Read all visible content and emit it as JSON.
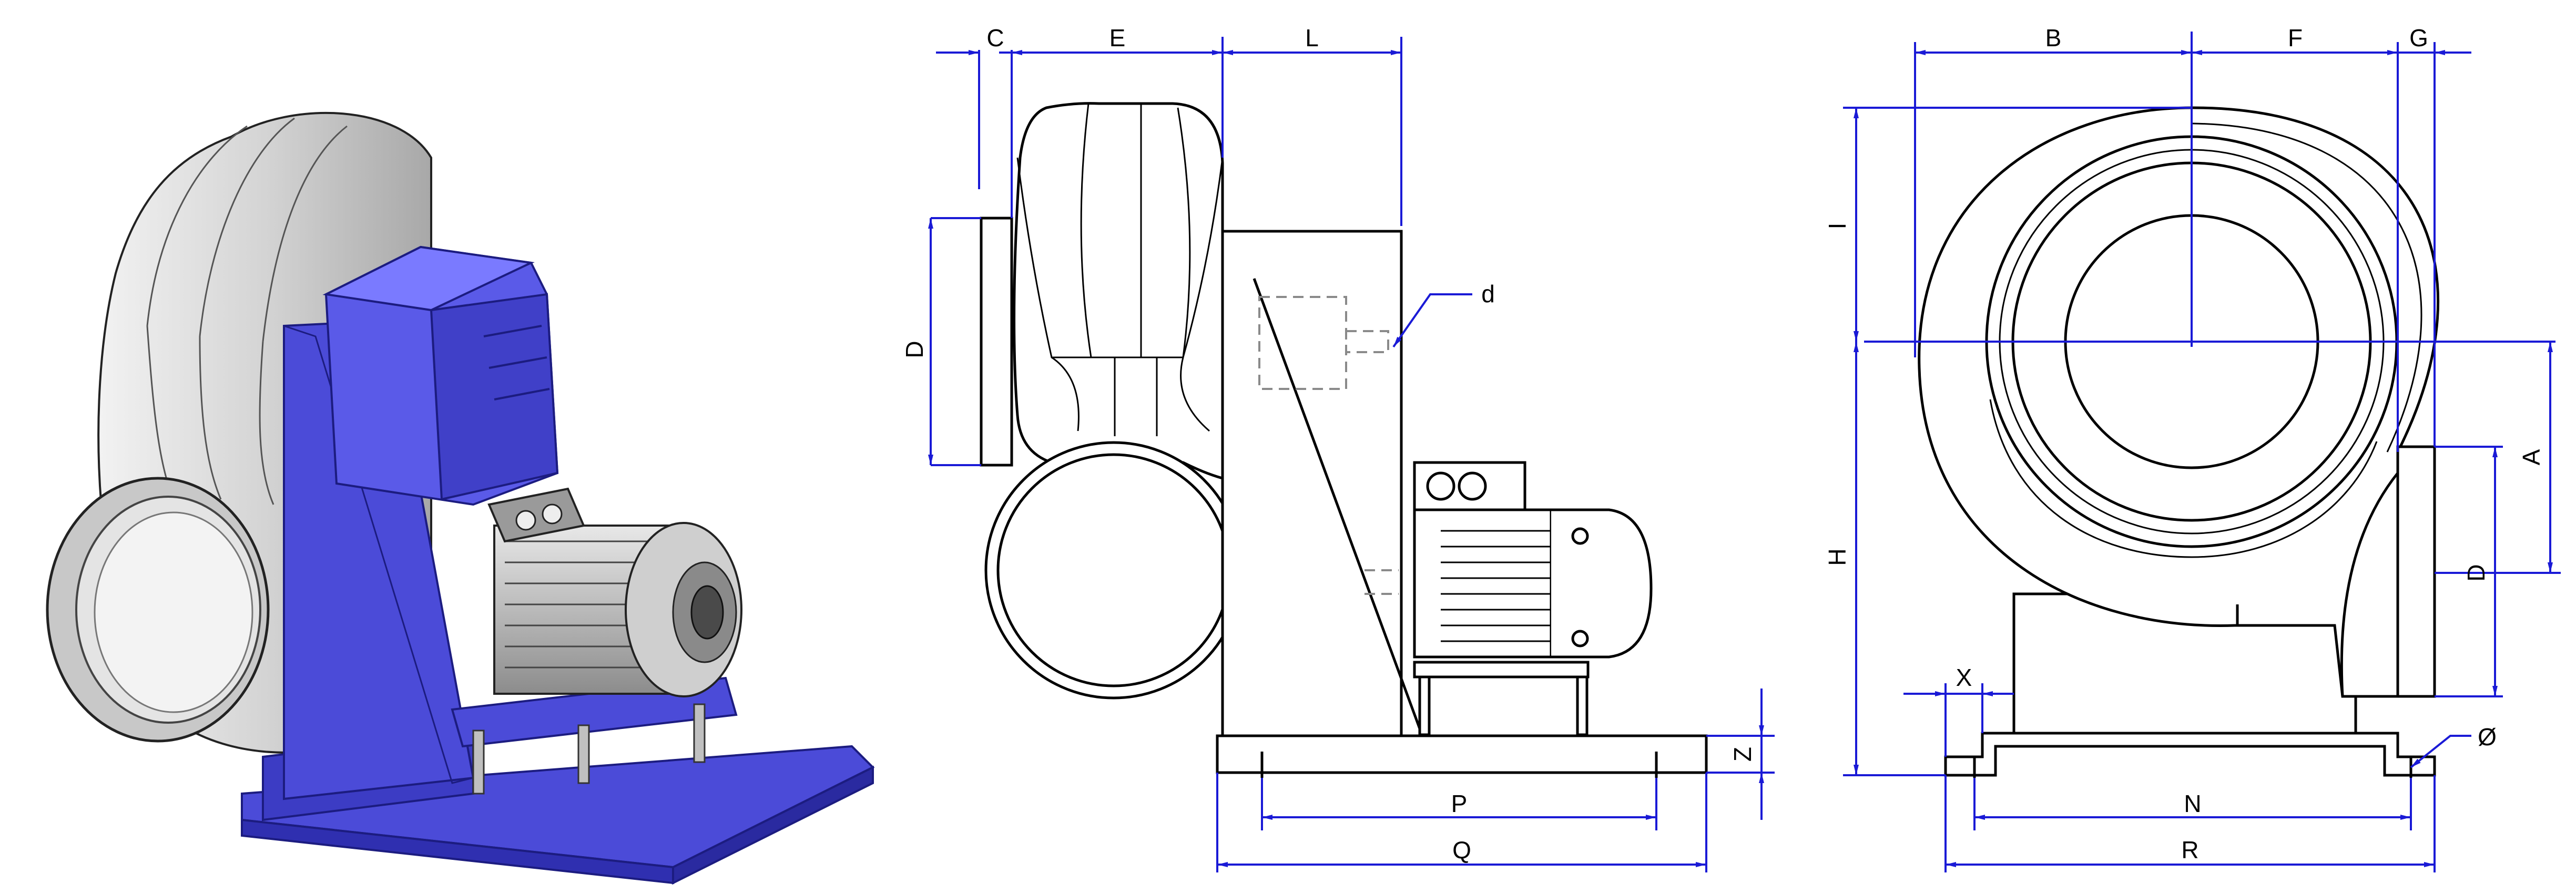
{
  "colors": {
    "dimension_line": "#1a1ad6",
    "outline": "#000000",
    "hidden_line": "#8a8a8a",
    "render_blue": "#4b4bd8",
    "render_blue_dark": "#2f2fb0",
    "render_grey": "#d9d9d9"
  },
  "side_view": {
    "labels": {
      "C": "C",
      "E": "E",
      "L": "L",
      "D": "D",
      "d": "d",
      "P": "P",
      "Q": "Q",
      "Z": "Z"
    }
  },
  "front_view": {
    "labels": {
      "B": "B",
      "F": "F",
      "G": "G",
      "I": "I",
      "H": "H",
      "A": "A",
      "D": "D",
      "X": "X",
      "N": "N",
      "R": "R",
      "O": "Ø"
    }
  }
}
